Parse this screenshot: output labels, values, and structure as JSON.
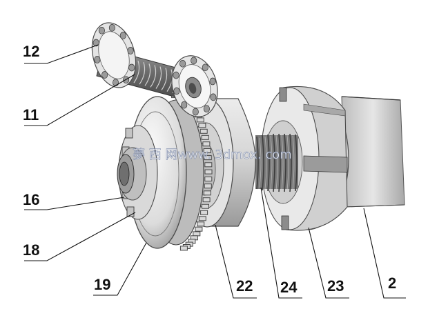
{
  "watermark": "夢 西 网www. 3dmox. com",
  "callouts": [
    {
      "id": "12",
      "label": "12"
    },
    {
      "id": "11",
      "label": "11"
    },
    {
      "id": "16",
      "label": "16"
    },
    {
      "id": "18",
      "label": "18"
    },
    {
      "id": "19",
      "label": "19"
    },
    {
      "id": "22",
      "label": "22"
    },
    {
      "id": "24",
      "label": "24"
    },
    {
      "id": "23",
      "label": "23"
    },
    {
      "id": "2",
      "label": "2"
    }
  ],
  "colors": {
    "metal_light": "#f2f2f2",
    "metal_mid": "#c8c8c8",
    "metal_dark": "#8a8a8a",
    "edge": "#4a4a4a",
    "thread": "#6e6e6e"
  }
}
